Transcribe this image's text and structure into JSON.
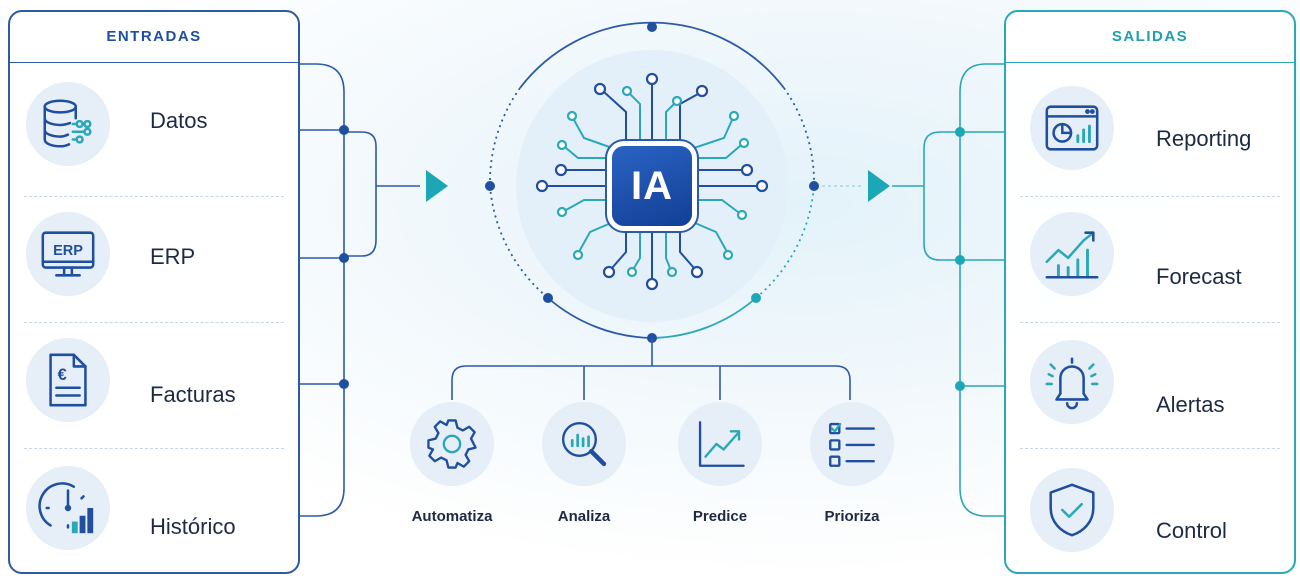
{
  "inputs": {
    "title": "ENTRADAS",
    "items": [
      {
        "label": "Datos",
        "icon": "database-icon"
      },
      {
        "label": "ERP",
        "icon": "erp-monitor-icon",
        "badge": "ERP"
      },
      {
        "label": "Facturas",
        "icon": "invoice-euro-icon",
        "badge": "€"
      },
      {
        "label": "Histórico",
        "icon": "history-clock-chart-icon"
      }
    ]
  },
  "core": {
    "label": "IA",
    "icon": "ai-chip-icon"
  },
  "actions": [
    {
      "label": "Automatiza",
      "icon": "gear-icon"
    },
    {
      "label": "Analiza",
      "icon": "magnifier-chart-icon"
    },
    {
      "label": "Predice",
      "icon": "trend-line-icon"
    },
    {
      "label": "Prioriza",
      "icon": "checklist-icon"
    }
  ],
  "outputs": {
    "title": "SALIDAS",
    "items": [
      {
        "label": "Reporting",
        "icon": "dashboard-window-icon"
      },
      {
        "label": "Forecast",
        "icon": "growth-chart-icon"
      },
      {
        "label": "Alertas",
        "icon": "bell-icon"
      },
      {
        "label": "Control",
        "icon": "shield-check-icon"
      }
    ]
  },
  "colors": {
    "primary": "#2c5aa8",
    "accent": "#2aa8b8",
    "navy": "#1f4f9e",
    "text": "#1e2a44",
    "icon_bg": "#e6eef7"
  }
}
